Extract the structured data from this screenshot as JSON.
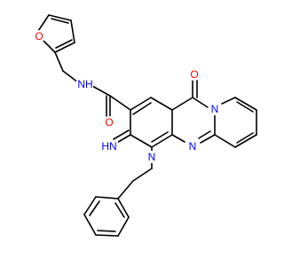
{
  "colors": {
    "bond": "#000000",
    "oxygen": "#ff0000",
    "nitrogen": "#0000ff",
    "background": "#ffffff"
  },
  "labels": {
    "furan_oxygen": "O",
    "amide_nitrogen": "NH",
    "amide_oxygen": "O",
    "ketone_oxygen": "O",
    "imino_nitrogen": "HN",
    "pyridine_nitrogen_ring": "N",
    "ring_nitrogen": "N",
    "ring_nitrogen_2": "N"
  }
}
